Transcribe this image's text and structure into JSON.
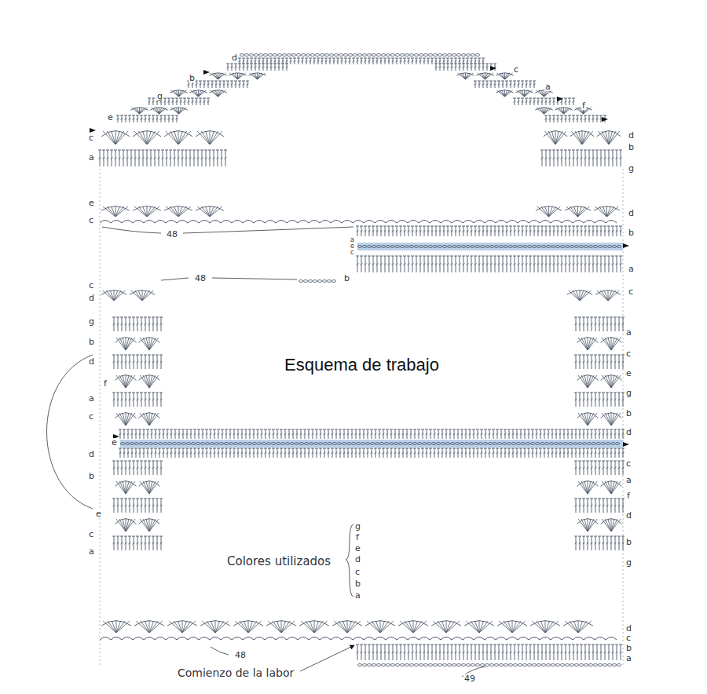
{
  "diagram": {
    "title": "Esquema de trabajo",
    "labels": [
      "d",
      "c",
      "b",
      "a",
      "g",
      "f",
      "e",
      "c",
      "d",
      "b",
      "a",
      "g",
      "e",
      "d",
      "c",
      "48",
      "b",
      "a",
      "e",
      "c",
      "a",
      "48",
      "b",
      "c",
      "c",
      "d",
      "g",
      "a",
      "b",
      "c",
      "d",
      "e",
      "f",
      "g",
      "a",
      "b",
      "c",
      "d",
      "e",
      "d",
      "c",
      "b",
      "a",
      "f",
      "e",
      "d",
      "c",
      "b",
      "a",
      "g",
      "g",
      "f",
      "e",
      "d",
      "c",
      "b",
      "a",
      "Colores utilizados",
      "d",
      "c",
      "b",
      "48",
      "a",
      "Comienzo de la labor",
      "49"
    ]
  }
}
